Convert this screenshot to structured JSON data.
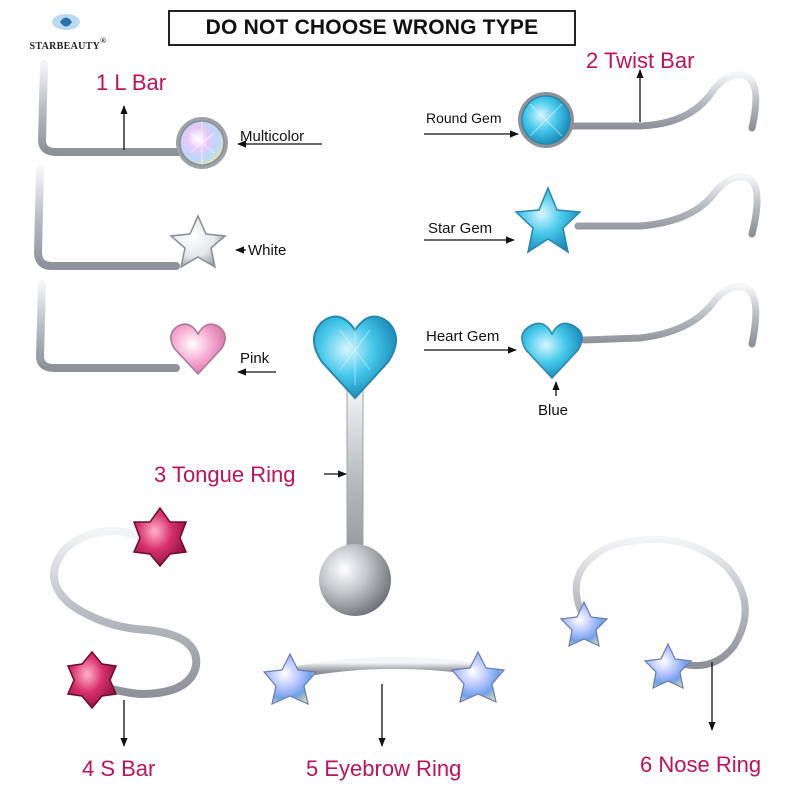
{
  "banner": "DO NOT CHOOSE WRONG TYPE",
  "logo": {
    "brand": "STARBEAUTY",
    "mark": "®"
  },
  "products": [
    {
      "title": "1 L Bar",
      "gems": [
        "Multicolor",
        "White",
        "Pink"
      ]
    },
    {
      "title": "2 Twist Bar",
      "gems": [
        "Round Gem",
        "Star Gem",
        "Heart Gem"
      ],
      "color": "Blue"
    },
    {
      "title": "3 Tongue Ring"
    },
    {
      "title": "4 S Bar"
    },
    {
      "title": "5 Eyebrow Ring"
    },
    {
      "title": "6 Nose Ring"
    }
  ],
  "colors": {
    "title": "#c0125a",
    "aqua": "#44c8ea",
    "pink": "#f4a8d0",
    "magenta": "#d8306a",
    "steel": "#b9bcc2"
  }
}
